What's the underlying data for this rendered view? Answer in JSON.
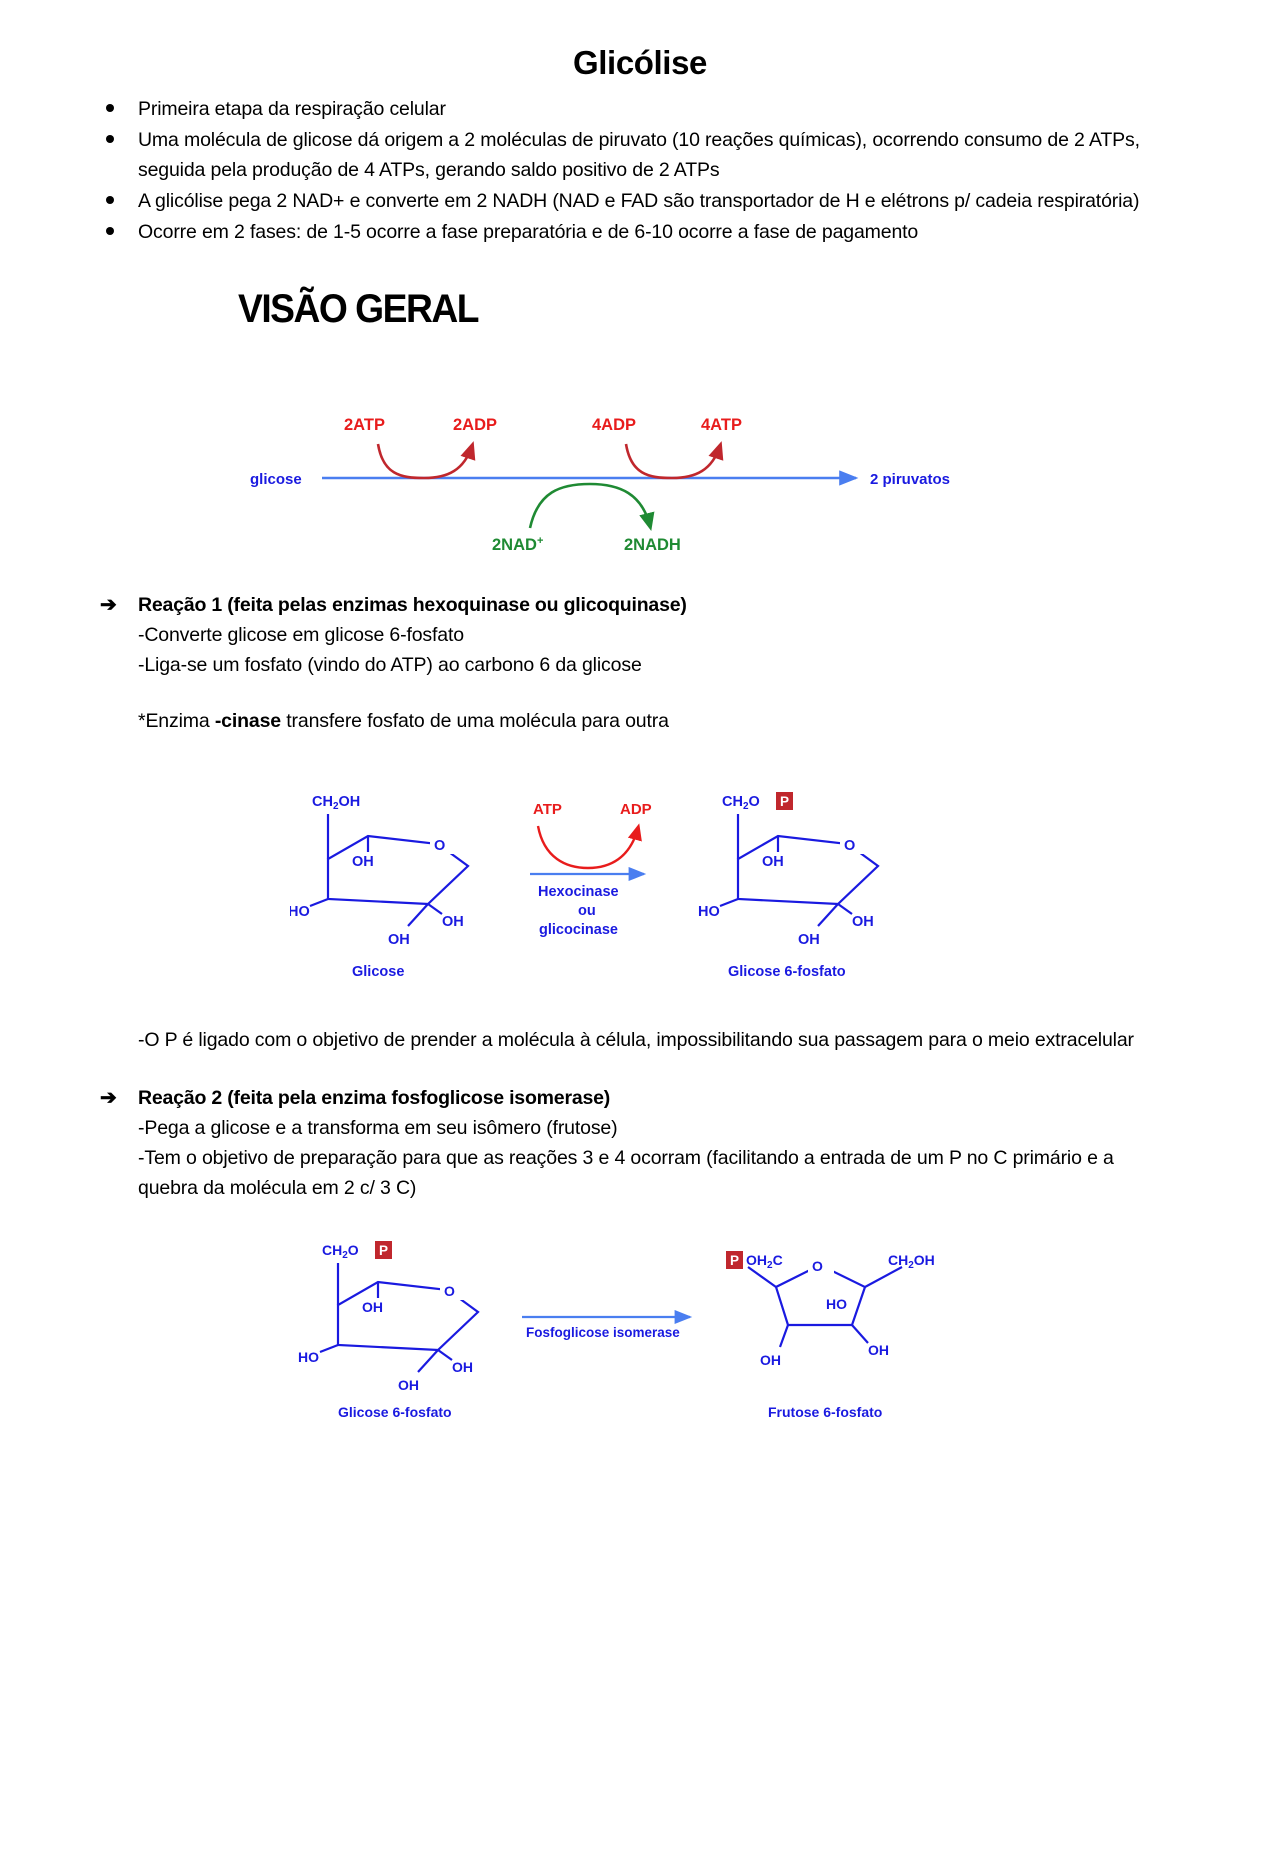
{
  "document": {
    "title": "Glicólise",
    "section_heading": "VISÃO GERAL"
  },
  "bullets": [
    "Primeira etapa da respiração celular",
    "Uma molécula de glicose dá origem a 2 moléculas de piruvato (10 reações químicas), ocorrendo consumo de 2 ATPs, seguida pela produção de 4 ATPs, gerando saldo positivo de 2 ATPs",
    "A glicólise pega 2 NAD+ e converte em 2 NADH (NAD e FAD são transportador de H e elétrons p/ cadeia respiratória)",
    "Ocorre em 2 fases: de 1-5 ocorre a fase preparatória e de 6-10 ocorre a fase de pagamento"
  ],
  "overview_diagram": {
    "substrate_label": "glicose",
    "product_label": "2 piruvatos",
    "atp_consumed_in": "2ATP",
    "atp_consumed_out": "2ADP",
    "atp_produced_in": "4ADP",
    "atp_produced_out": "4ATP",
    "nad_in": "2NAD",
    "nad_in_sup": "+",
    "nad_out": "2NADH",
    "colors": {
      "main_arrow": "#4a7ef0",
      "atp_arc": "#c0272d",
      "nad_arc": "#1f8a33",
      "label_blue": "#1a1ae0",
      "label_red": "#e81c1c",
      "label_green": "#1f8a33"
    }
  },
  "reaction1": {
    "heading": "Reação 1 (feita pelas enzimas hexoquinase ou glicoquinase)",
    "arrow_glyph": "➔",
    "lines": [
      "-Converte glicose em glicose 6-fosfato",
      "-Liga-se um fosfato (vindo do ATP) ao carbono 6 da glicose"
    ],
    "note_prefix": "*Enzima ",
    "note_bold": "-cinase",
    "note_suffix": " transfere fosfato de uma molécula para outra",
    "after_lines": [
      "-O P é ligado com o objetivo de prender a molécula à célula, impossibilitando sua passagem para o meio extracelular"
    ],
    "diagram": {
      "left_molecule_name": "Glicose",
      "right_molecule_name": "Glicose 6-fosfato",
      "enzyme_line1": "Hexocinase",
      "enzyme_line2": "ou",
      "enzyme_line3": "glicocinase",
      "cofactor_in": "ATP",
      "cofactor_out": "ADP",
      "left_labels": {
        "c6": "CH",
        "c6_sub": "2",
        "c6_oh": "OH",
        "o": "O",
        "oh_upper": "OH",
        "ho": "HO",
        "oh_right": "OH",
        "oh_bottom": "OH"
      },
      "right_labels": {
        "c6": "CH",
        "c6_sub": "2",
        "c6_o": "O",
        "p": "P",
        "o": "O",
        "oh_upper": "OH",
        "ho": "HO",
        "oh_right": "OH",
        "oh_bottom": "OH"
      }
    }
  },
  "reaction2": {
    "heading": "Reação 2 (feita pela enzima fosfoglicose isomerase)",
    "arrow_glyph": "➔",
    "lines": [
      "-Pega a glicose e a transforma em seu isômero (frutose)",
      "-Tem o objetivo de preparação para que as reações 3 e 4 ocorram (facilitando a entrada de um P no C primário e a quebra da molécula em 2 c/ 3 C)"
    ],
    "diagram": {
      "left_molecule_name": "Glicose 6-fosfato",
      "right_molecule_name": "Frutose 6-fosfato",
      "enzyme": "Fosfoglicose isomerase",
      "left_labels": {
        "c6": "CH",
        "c6_sub": "2",
        "c6_o": "O",
        "p": "P",
        "o": "O",
        "oh_upper": "OH",
        "ho": "HO",
        "oh_right": "OH",
        "oh_bottom": "OH"
      },
      "right_labels": {
        "p": "P",
        "oh2c": "OH",
        "oh2c_sub": "2",
        "oh2c_c": "C",
        "o": "O",
        "ch2oh": "CH",
        "ch2oh_sub": "2",
        "ch2oh_oh": "OH",
        "ho": "HO",
        "oh_right": "OH",
        "oh_bottom": "OH"
      }
    }
  }
}
